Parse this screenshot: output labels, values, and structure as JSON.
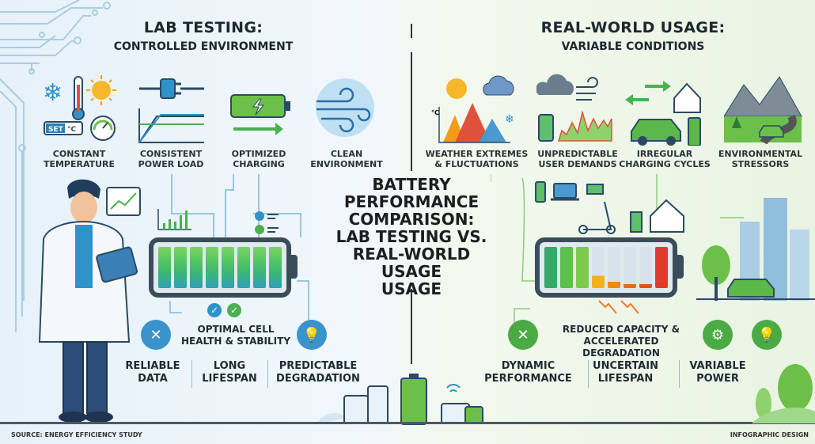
{
  "left": {
    "title": "LAB TESTING:",
    "subtitle": "CONTROLLED ENVIRONMENT",
    "factors": [
      {
        "line1": "CONSTANT",
        "line2": "TEMPERATURE",
        "icon": "thermometer-icon"
      },
      {
        "line1": "CONSISTENT",
        "line2": "POWER LOAD",
        "icon": "plug-icon"
      },
      {
        "line1": "OPTIMIZED",
        "line2": "CHARGING",
        "icon": "battery-charging-icon"
      },
      {
        "line1": "CLEAN",
        "line2": "ENVIRONMENT",
        "icon": "wind-icon"
      }
    ],
    "set_label": "SET",
    "unit_label": "°C",
    "outcome": {
      "line1": "OPTIMAL CELL",
      "line2": "HEALTH & STABILITY"
    },
    "stats": [
      {
        "line1": "RELIABLE",
        "line2": "DATA"
      },
      {
        "line1": "LONG",
        "line2": "LIFESPAN"
      },
      {
        "line1": "PREDICTABLE",
        "line2": "DEGRADATION"
      }
    ],
    "battery_cells": 8,
    "accent": "#2f93c9"
  },
  "right": {
    "title": "REAL-WORLD USAGE:",
    "subtitle": "VARIABLE CONDITIONS",
    "factors": [
      {
        "line1": "WEATHER EXTREMES",
        "line2": "& FLUCTUATIONS",
        "icon": "weather-icon"
      },
      {
        "line1": "UNPREDICTABLE",
        "line2": "USER DEMANDS",
        "icon": "phone-chart-icon"
      },
      {
        "line1": "IRREGULAR",
        "line2": "CHARGING CYCLES",
        "icon": "ev-charger-icon"
      },
      {
        "line1": "ENVIRONMENTAL",
        "line2": "STRESSORS",
        "icon": "mountain-road-icon"
      }
    ],
    "unit_label": "°C",
    "outcome": {
      "line1": "REDUCED CAPACITY &",
      "line2": "ACCELERATED DEGRADATION"
    },
    "stats": [
      {
        "line1": "DYNAMIC",
        "line2": "PERFORMANCE"
      },
      {
        "line1": "UNCERTAIN",
        "line2": "LIFESPAN"
      },
      {
        "line1": "VARIABLE",
        "line2": "POWER"
      }
    ],
    "battery_cell_levels": [
      1,
      1,
      1,
      0.3,
      0.15,
      0.1,
      0.1,
      1
    ],
    "battery_cell_colors": [
      "#3aa86a",
      "#5cbf4e",
      "#7cc94c",
      "#f2b21c",
      "#f08a1c",
      "#e86a1c",
      "#e4511e",
      "#e23a2a"
    ],
    "accent": "#4caa45"
  },
  "center": {
    "lines": [
      "BATTERY",
      "PERFORMANCE",
      "COMPARISON:",
      "LAB TESTING VS.",
      "REAL-WORLD USAGE",
      "USAGE"
    ]
  },
  "footer": {
    "source": "SOURCE: ENERGY EFFICIENCY STUDY",
    "credit": "INFOGRAPHIC DESIGN"
  }
}
